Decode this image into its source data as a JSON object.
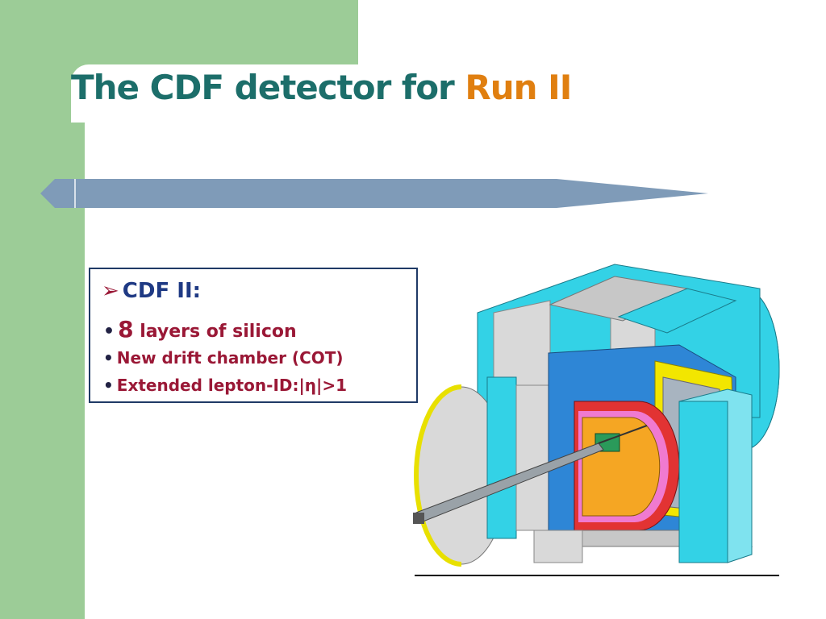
{
  "slide": {
    "title_main": "The CDF detector for ",
    "title_accent": "Run II",
    "colors": {
      "title": "#1c6e6a",
      "accent": "#e07f10",
      "side_green": "#9ccc97",
      "bar": "#7f9bb8",
      "bullet_red": "#9a1836",
      "box_border": "#1f3a66"
    }
  },
  "textbox": {
    "heading_marker": "➢",
    "heading": "CDF II:",
    "bullet_marker": "•",
    "items": [
      {
        "emphasis": "8",
        "text": " layers of silicon"
      },
      {
        "text": "New drift chamber (COT)"
      },
      {
        "text": "Extended lepton-ID:|η|>1"
      }
    ]
  },
  "figure": {
    "icon": "cdf-detector-cutaway-illustration"
  }
}
